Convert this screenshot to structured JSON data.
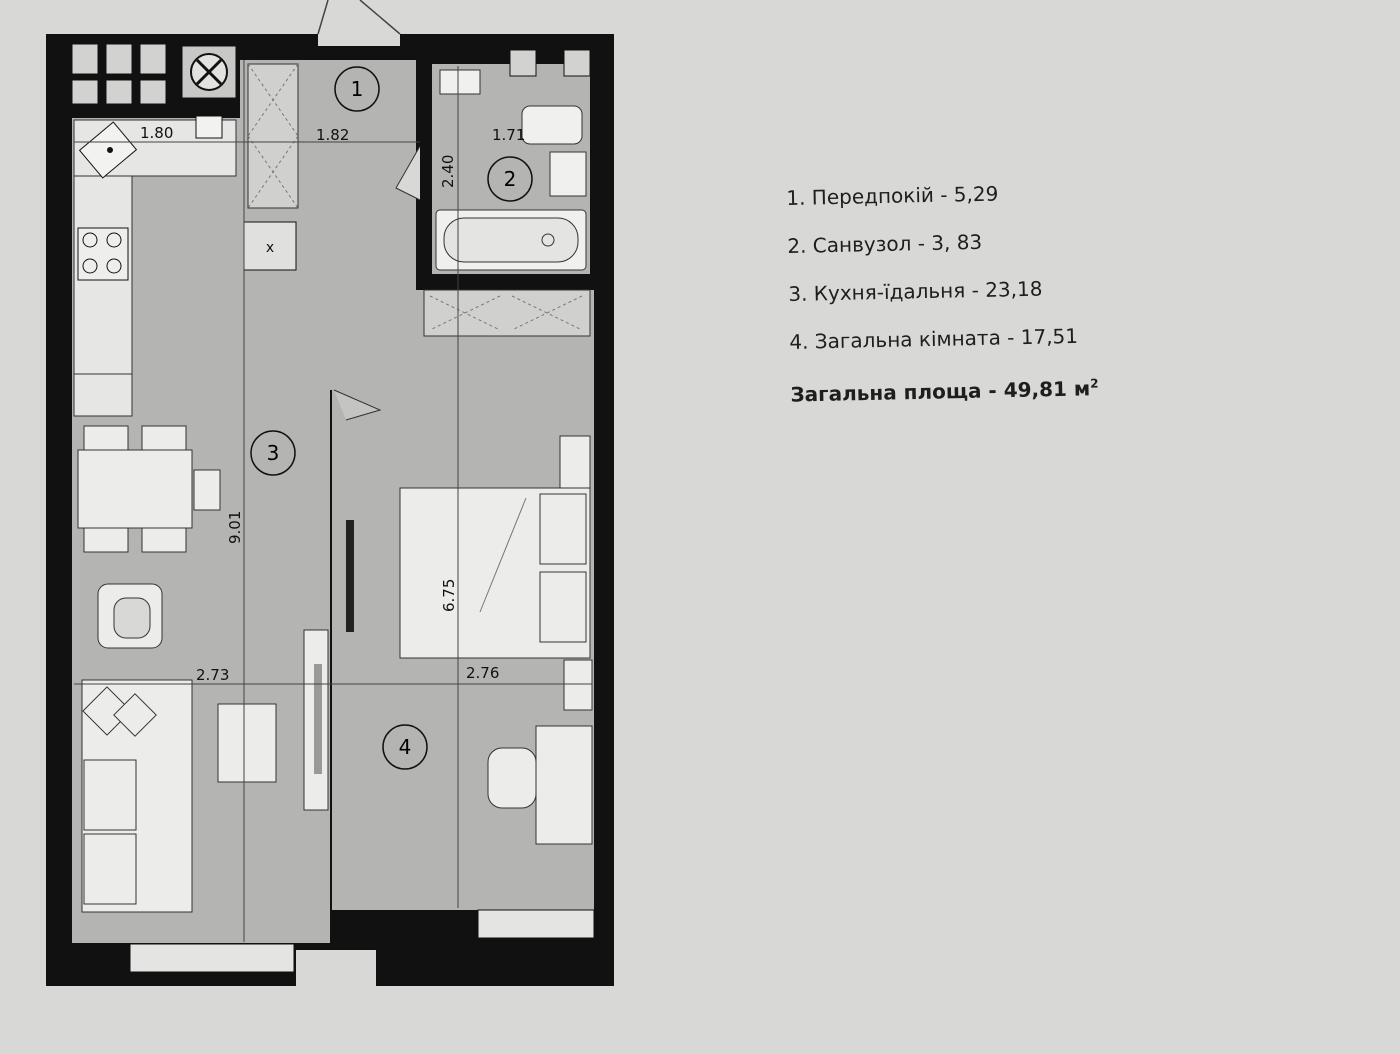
{
  "rooms": [
    {
      "num": "1",
      "label": "1. Передпокій - 5,29"
    },
    {
      "num": "2",
      "label": "2. Санвузол - 3, 83"
    },
    {
      "num": "3",
      "label": "3. Кухня-їдальня - 23,18"
    },
    {
      "num": "4",
      "label": "4. Загальна кімната - 17,51"
    }
  ],
  "total": {
    "label": "Загальна площа - 49,81 м",
    "sup": "2"
  },
  "dimensions": {
    "kitchen_top": "1.80",
    "hall_top": "1.82",
    "bath_top": "1.71",
    "bath_side": "2.40",
    "living_length": "9.01",
    "room_length": "6.75",
    "living_width": "2.73",
    "room_width": "2.76"
  },
  "fixtures": {
    "column_mark": "x"
  }
}
